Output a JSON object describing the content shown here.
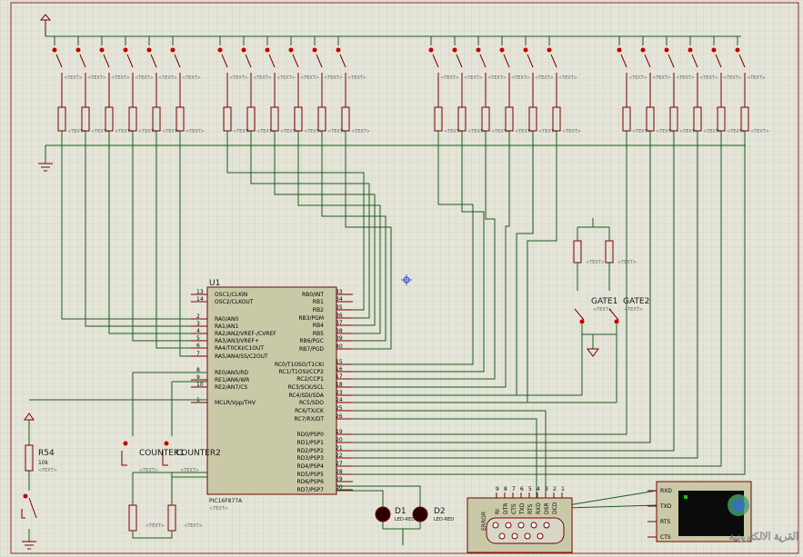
{
  "chip": {
    "ref": "U1",
    "part": "PIC16F877A",
    "text": "<TEXT>",
    "left_pins": [
      {
        "num": "13",
        "name": "OSC1/CLKIN"
      },
      {
        "num": "14",
        "name": "OSC2/CLKOUT"
      },
      {
        "num": "2",
        "name": "RA0/AN0"
      },
      {
        "num": "3",
        "name": "RA1/AN1"
      },
      {
        "num": "4",
        "name": "RA2/AN2/VREF-/CVREF"
      },
      {
        "num": "5",
        "name": "RA3/AN3/VREF+"
      },
      {
        "num": "6",
        "name": "RA4/T0CKI/C1OUT"
      },
      {
        "num": "7",
        "name": "RA5/AN4/SS/C2OUT"
      },
      {
        "num": "8",
        "name": "RE0/AN5/RD"
      },
      {
        "num": "9",
        "name": "RE1/AN6/WR"
      },
      {
        "num": "10",
        "name": "RE2/AN7/CS"
      },
      {
        "num": "1",
        "name": "MCLR/Vpp/THV"
      }
    ],
    "right_pins": [
      {
        "num": "33",
        "name": "RB0/INT"
      },
      {
        "num": "34",
        "name": "RB1"
      },
      {
        "num": "35",
        "name": "RB2"
      },
      {
        "num": "36",
        "name": "RB3/PGM"
      },
      {
        "num": "37",
        "name": "RB4"
      },
      {
        "num": "38",
        "name": "RB5"
      },
      {
        "num": "39",
        "name": "RB6/PGC"
      },
      {
        "num": "40",
        "name": "RB7/PGD"
      },
      {
        "num": "15",
        "name": "RC0/T1OSO/T1CKI"
      },
      {
        "num": "16",
        "name": "RC1/T1OSI/CCP2"
      },
      {
        "num": "17",
        "name": "RC2/CCP1"
      },
      {
        "num": "18",
        "name": "RC3/SCK/SCL"
      },
      {
        "num": "23",
        "name": "RC4/SDI/SDA"
      },
      {
        "num": "24",
        "name": "RC5/SDO"
      },
      {
        "num": "25",
        "name": "RC6/TX/CK"
      },
      {
        "num": "26",
        "name": "RC7/RX/DT"
      },
      {
        "num": "19",
        "name": "RD0/PSP0"
      },
      {
        "num": "20",
        "name": "RD1/PSP1"
      },
      {
        "num": "21",
        "name": "RD2/PSP2"
      },
      {
        "num": "22",
        "name": "RD3/PSP3"
      },
      {
        "num": "27",
        "name": "RD4/PSP4"
      },
      {
        "num": "28",
        "name": "RD5/PSP5"
      },
      {
        "num": "29",
        "name": "RD6/PSP6"
      },
      {
        "num": "30",
        "name": "RD7/PSP7"
      }
    ]
  },
  "labels": {
    "text_placeholder": "<TEXT>",
    "r54": "R54",
    "r54_value": "10k",
    "counter1": "COUNTER1",
    "counter2": "COUNTER2",
    "gate1": "GATE1",
    "gate2": "GATE2",
    "d1": "D1",
    "d1_part": "LED-RED",
    "d2": "D2",
    "d2_part": "LED-RED",
    "error": "ERROR",
    "db9_pins": [
      "9",
      "8",
      "7",
      "6",
      "5",
      "4",
      "3",
      "2",
      "1"
    ],
    "db9_signals": [
      "RI",
      "DTR",
      "CTS",
      "TXD",
      "RTS",
      "RXD",
      "DSR",
      "DCD"
    ],
    "terminal_pins": [
      "RXD",
      "TXD",
      "RTS",
      "CTS"
    ],
    "watermark": "القرية الالكترونية"
  },
  "colors": {
    "background": "#e4e4d8",
    "grid": "#c8c8b8",
    "wire": "#1d5c1d",
    "part": "#7a0000",
    "chip_fill": "#c9c9a8",
    "terminal_screen": "#0b0b0b",
    "terminal_led": "#19c419"
  },
  "icons": [
    "ground-icon",
    "power-icon",
    "resistor-icon",
    "switch-icon",
    "led-icon",
    "db9-connector-icon",
    "virtual-terminal-icon",
    "crosshair-icon",
    "watermark-logo-icon"
  ]
}
